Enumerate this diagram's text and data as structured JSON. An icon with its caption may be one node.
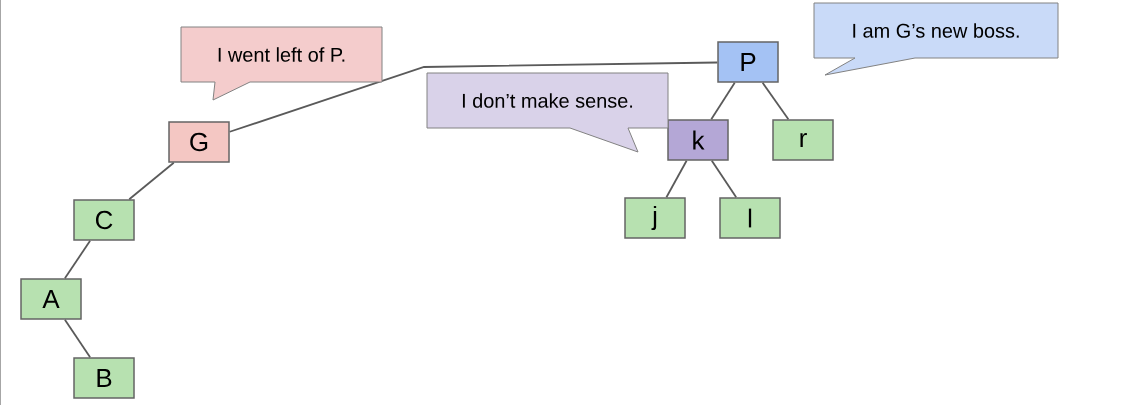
{
  "diagram": {
    "nodes": [
      {
        "text": [
          "G"
        ]
      },
      {
        "text": [
          "C"
        ]
      },
      {
        "text": [
          "A"
        ]
      },
      {
        "text": [
          "B"
        ]
      },
      {
        "text": [
          "P"
        ]
      },
      {
        "text": [
          "k"
        ]
      },
      {
        "text": [
          "r"
        ]
      },
      {
        "text": [
          "j"
        ]
      },
      {
        "text": [
          "l"
        ]
      },
      {
        "text": [
          "I went left of P."
        ]
      },
      {
        "text": [
          "I don’t make sense."
        ]
      },
      {
        "text": [
          "I am G’s new boss."
        ]
      }
    ],
    "edges": [
      {
        "from": 0,
        "to": 1,
        "arrow": "none"
      },
      {
        "from": 1,
        "to": 2,
        "arrow": "none"
      },
      {
        "from": 2,
        "to": 3,
        "arrow": "none"
      },
      {
        "from": 0,
        "to": 4,
        "arrow": "none"
      },
      {
        "from": 4,
        "to": 5,
        "arrow": "none"
      },
      {
        "from": 4,
        "to": 6,
        "arrow": "none"
      },
      {
        "from": 5,
        "to": 7,
        "arrow": "none"
      },
      {
        "from": 5,
        "to": 8,
        "arrow": "none"
      }
    ]
  }
}
